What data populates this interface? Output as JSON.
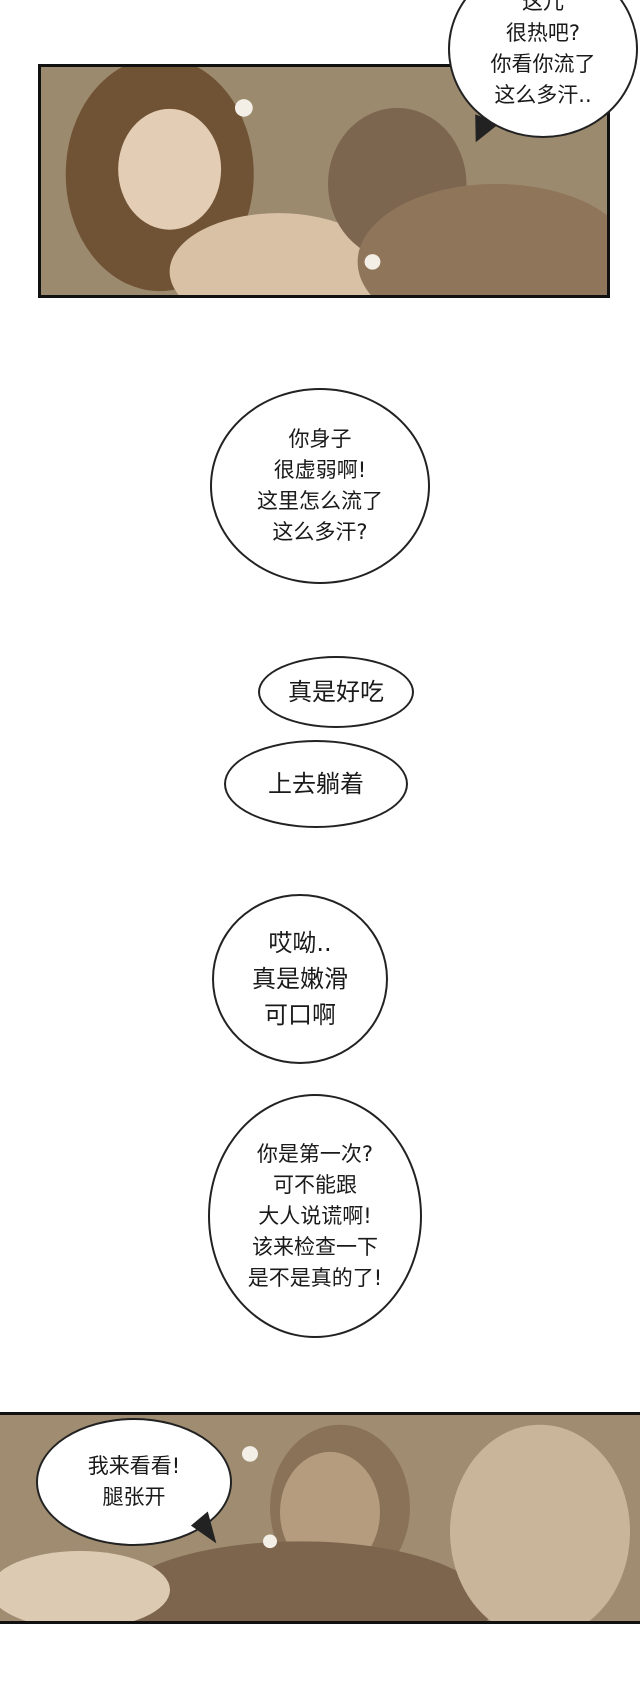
{
  "panels": {
    "top": {
      "bubble_text": "这儿\n很热吧?\n你看你流了\n这么多汗.."
    },
    "bottom": {
      "bubble_text": "我来看看!\n腿张开"
    }
  },
  "bubbles": {
    "b2": "你身子\n很虚弱啊!\n这里怎么流了\n这么多汗?",
    "b3": "真是好吃",
    "b4": "上去躺着",
    "b5": "哎呦..\n真是嫩滑\n可口啊",
    "b6": "你是第一次?\n可不能跟\n大人说谎啊!\n该来检查一下\n是不是真的了!"
  },
  "colors": {
    "panel_sepia": "#8b7a60",
    "bubble_bg": "#ffffff",
    "ink": "#1a1a1a"
  }
}
